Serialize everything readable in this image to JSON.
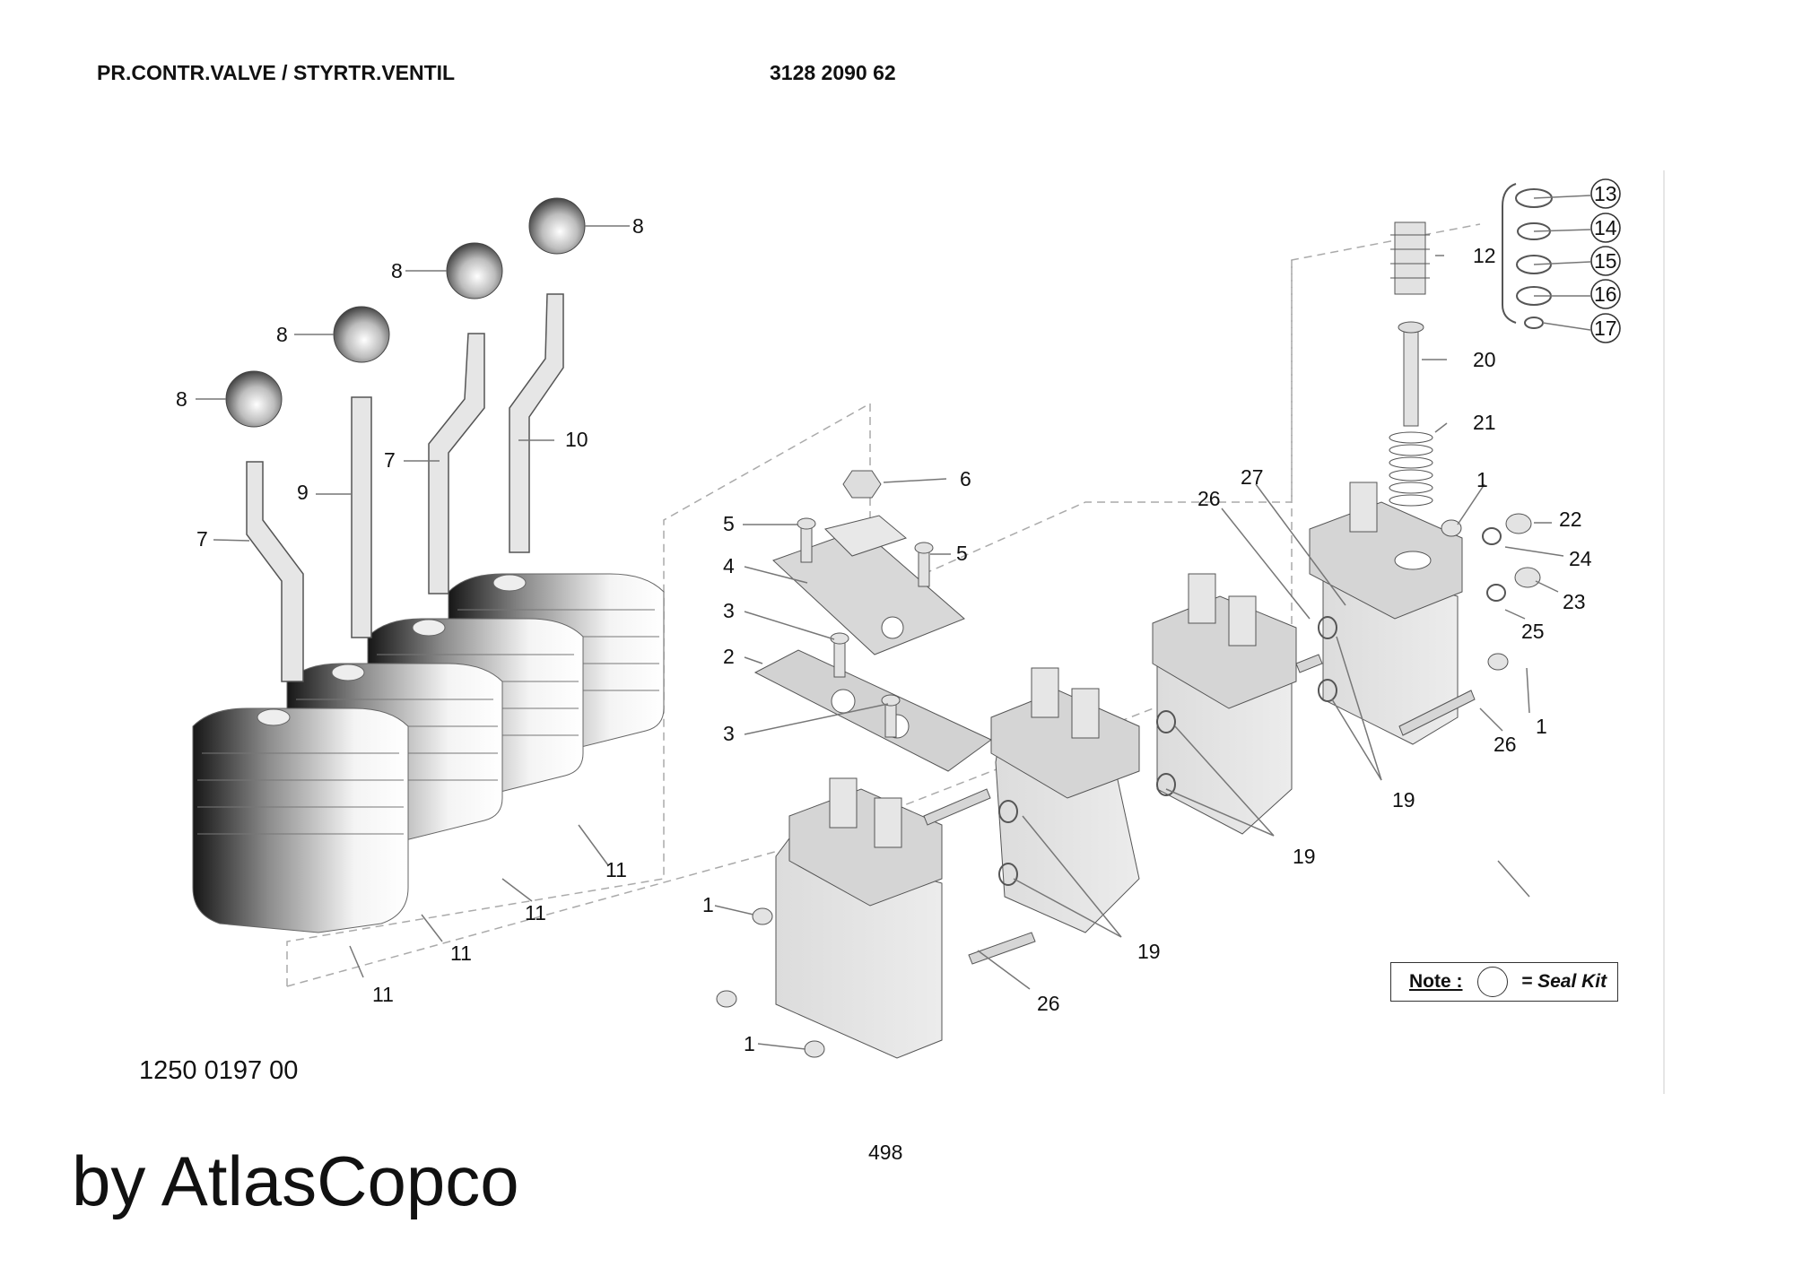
{
  "header": {
    "title": "PR.CONTR.VALVE / STYRTR.VENTIL",
    "part_number": "3128 2090 62"
  },
  "callouts": {
    "knob_left": "8",
    "knob_2": "8",
    "knob_3": "8",
    "knob_right": "8",
    "lever_bent_left": "7",
    "lever_straight": "9",
    "lever_bent_mid": "7",
    "lever_bent_right": "10",
    "nut": "6",
    "screw_left": "5",
    "screw_right": "5",
    "bracket": "4",
    "screw_top": "3",
    "plate": "2",
    "screw_bottom": "3",
    "cartridge": "12",
    "spool": "20",
    "spring": "21",
    "seal_a": "13",
    "seal_b": "14",
    "seal_c": "15",
    "seal_d": "16",
    "seal_e": "17",
    "bolt_top": "26",
    "tie_rod": "27",
    "plug_top": "1",
    "plug_right": "1",
    "plug_left": "1",
    "plug_bottom": "1",
    "fitting_a": "22",
    "oring_a": "24",
    "fitting_b": "23",
    "oring_b": "25",
    "bolt_right": "26",
    "bolt_bottom": "26",
    "orings_right": "19",
    "orings_mid": "19",
    "orings_left": "19",
    "boot_a": "11",
    "boot_b": "11",
    "boot_c": "11",
    "boot_d": "11"
  },
  "note": {
    "label": "Note :",
    "text": "= Seal Kit"
  },
  "assembly_number": "1250 0197 00",
  "page_number": "498",
  "footer_brand": "by AtlasCopco"
}
